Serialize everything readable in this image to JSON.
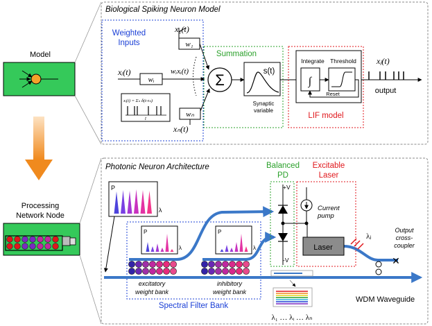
{
  "colors": {
    "blue_label": "#1a3fd6",
    "green_label": "#2aa02a",
    "red_label": "#e0161b",
    "model_fill": "#35c95a",
    "orange_arrow": "#f08a1e",
    "waveguide": "#3b78c8",
    "soma": "#f5a22a"
  },
  "left": {
    "model_label": "Model",
    "node_label_1": "Processing",
    "node_label_2": "Network Node"
  },
  "top": {
    "title": "Biological Spiking Neuron Model",
    "weighted_inputs_1": "Weighted",
    "weighted_inputs_2": "Inputs",
    "x1": "x₁(t)",
    "w1": "w₁",
    "xi": "xᵢ(t)",
    "wi": "wᵢ",
    "wixi": "wᵢxᵢ(t)",
    "xN": "xₙ(t)",
    "wN": "wₙ",
    "spike_formula": "xᵢ(t) = Σₙ δ(t-τₙ)",
    "time_axis": "t",
    "summation": "Summation",
    "sigma": "Σ",
    "st": "s(t)",
    "synaptic_1": "Synaptic",
    "synaptic_2": "variable",
    "integrate": "Integrate",
    "threshold": "Threshold",
    "reset": "Reset",
    "xj": "xⱼ(t)",
    "output": "output",
    "lif_model": "LIF model"
  },
  "bottom": {
    "title": "Photonic Neuron Architecture",
    "balanced_1": "Balanced",
    "balanced_2": "PD",
    "excitable_1": "Excitable",
    "excitable_2": "Laser",
    "p_axis": "P",
    "lambda_axis": "λ",
    "plus_v": "+V",
    "minus_v": "-V",
    "current_1": "Current",
    "current_2": "pump",
    "laser": "Laser",
    "lambda_j": "λⱼ",
    "output_1": "Output",
    "output_2": "cross-",
    "output_3": "coupler",
    "excitatory_1": "excitatory",
    "excitatory_2": "weight bank",
    "inhibitory_1": "inhibitory",
    "inhibitory_2": "weight bank",
    "spectral": "Spectral Filter Bank",
    "wdm": "WDM Waveguide",
    "lambda_list": "λ₁ … λᵢ … λₙ"
  }
}
